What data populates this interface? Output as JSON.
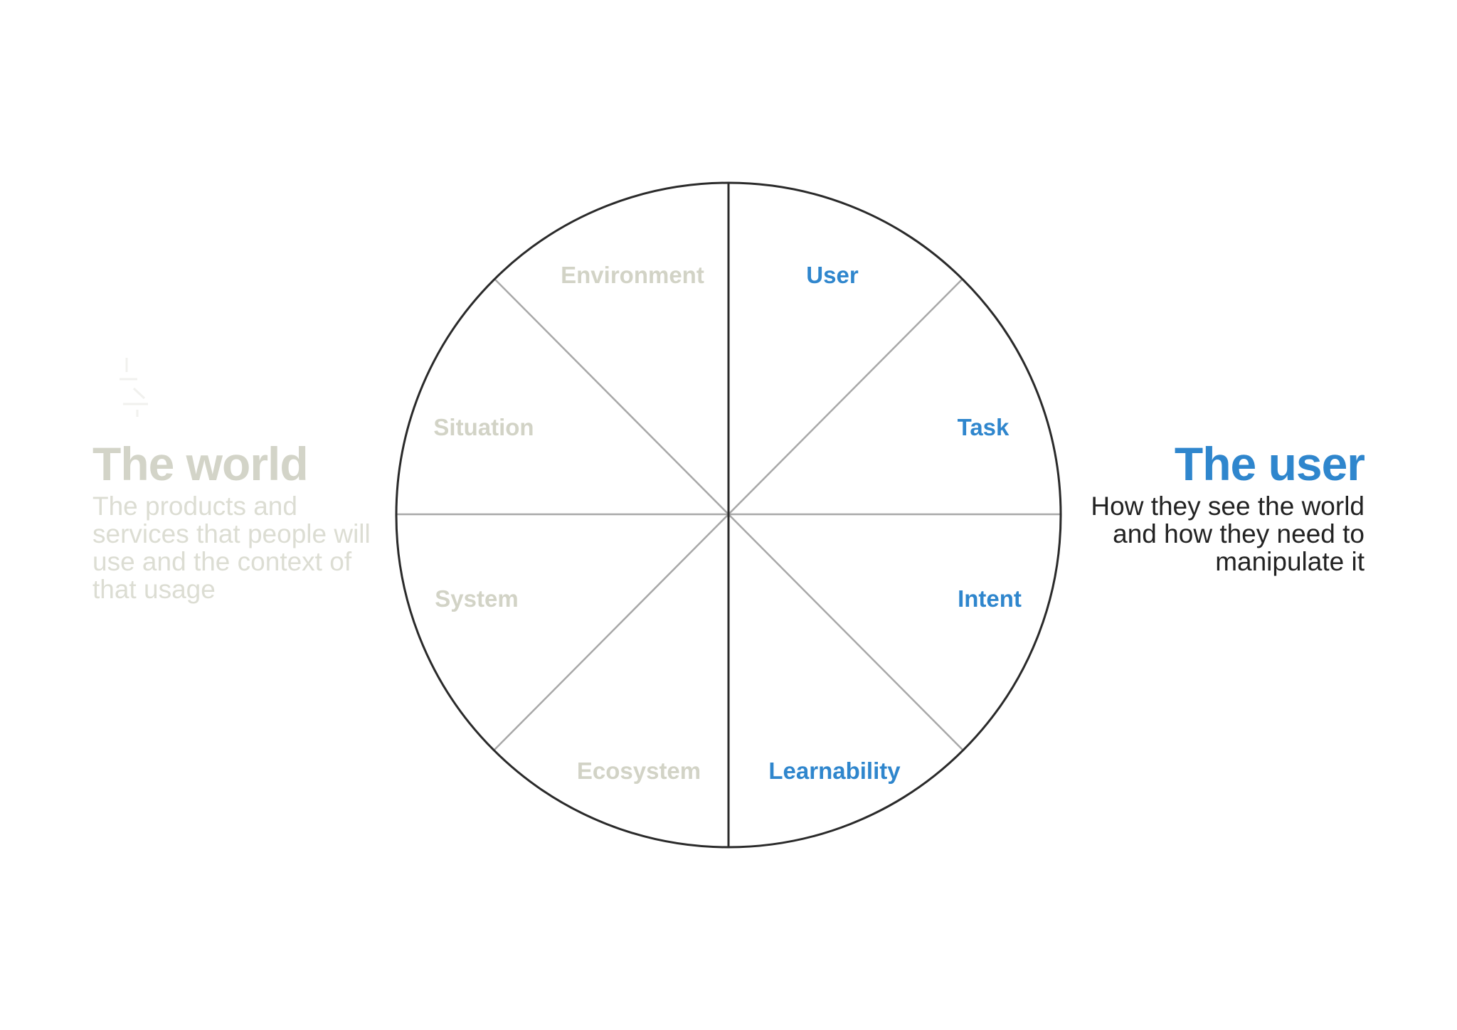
{
  "world": {
    "title": "The world",
    "description": "The products and services that people will use and the context of that usage",
    "color": "#d3d4c8"
  },
  "user": {
    "title": "The user",
    "description": "How they see the world and how they need to manipulate it",
    "color": "#2f86cd"
  },
  "wheel": {
    "segments": [
      {
        "label": "Environment",
        "group": "world"
      },
      {
        "label": "User",
        "group": "user"
      },
      {
        "label": "Task",
        "group": "user"
      },
      {
        "label": "Intent",
        "group": "user"
      },
      {
        "label": "Learnability",
        "group": "user"
      },
      {
        "label": "Ecosystem",
        "group": "world"
      },
      {
        "label": "System",
        "group": "world"
      },
      {
        "label": "Situation",
        "group": "world"
      }
    ]
  }
}
